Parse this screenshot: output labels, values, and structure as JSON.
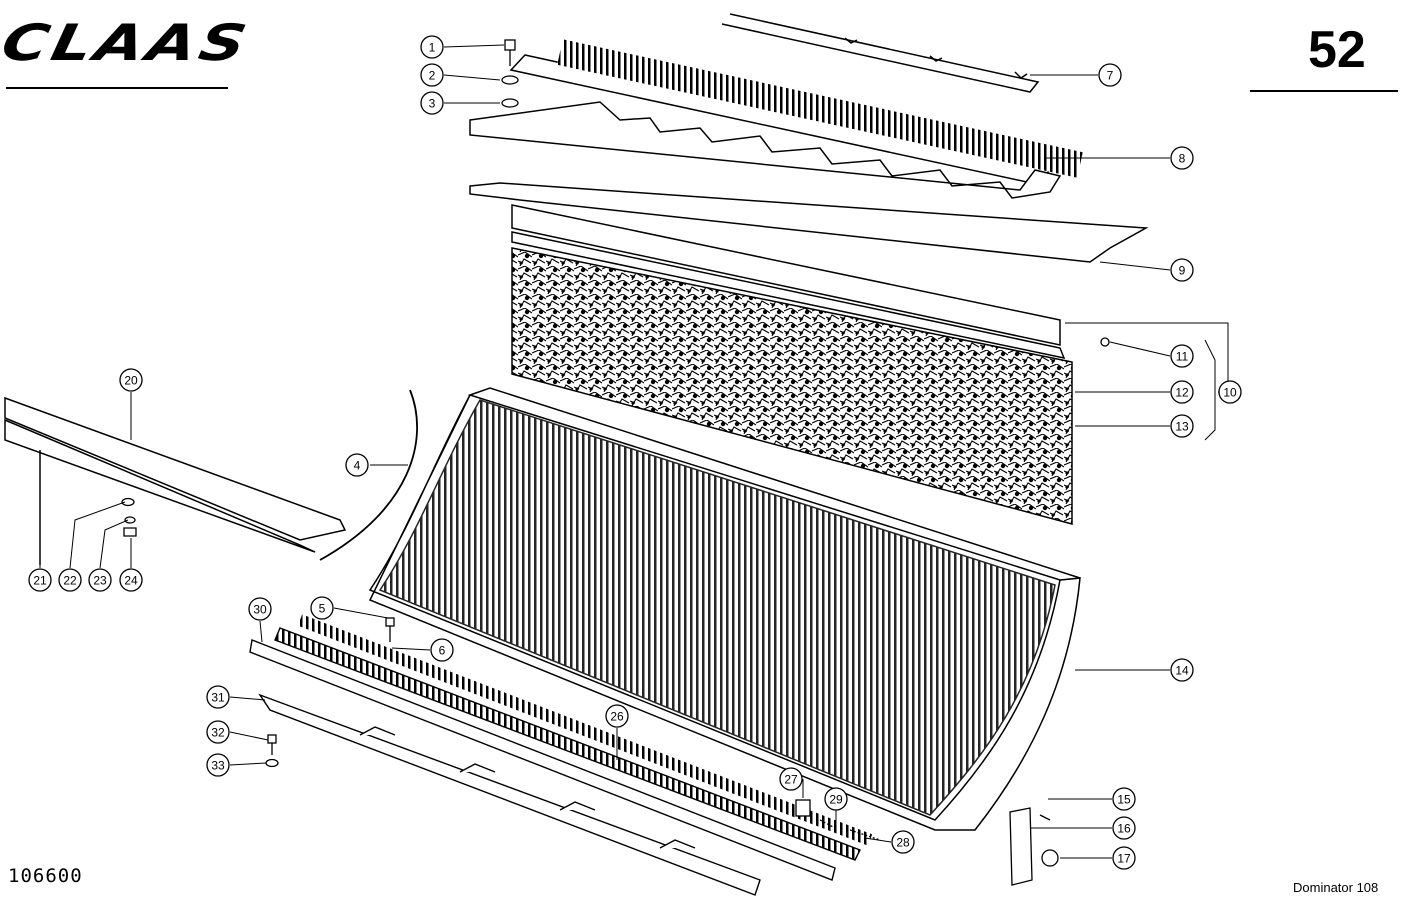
{
  "header": {
    "brand": "CLAAS",
    "page_number": "52"
  },
  "footer": {
    "drawing_number": "106600",
    "model": "Dominator 108"
  },
  "callouts": [
    {
      "num": "1"
    },
    {
      "num": "2"
    },
    {
      "num": "3"
    },
    {
      "num": "4"
    },
    {
      "num": "5"
    },
    {
      "num": "6"
    },
    {
      "num": "7"
    },
    {
      "num": "8"
    },
    {
      "num": "9"
    },
    {
      "num": "10"
    },
    {
      "num": "11"
    },
    {
      "num": "12"
    },
    {
      "num": "13"
    },
    {
      "num": "14"
    },
    {
      "num": "15"
    },
    {
      "num": "16"
    },
    {
      "num": "17"
    },
    {
      "num": "20"
    },
    {
      "num": "21"
    },
    {
      "num": "22"
    },
    {
      "num": "23"
    },
    {
      "num": "24"
    },
    {
      "num": "26"
    },
    {
      "num": "27"
    },
    {
      "num": "28"
    },
    {
      "num": "29"
    },
    {
      "num": "30"
    },
    {
      "num": "31"
    },
    {
      "num": "32"
    },
    {
      "num": "33"
    }
  ]
}
